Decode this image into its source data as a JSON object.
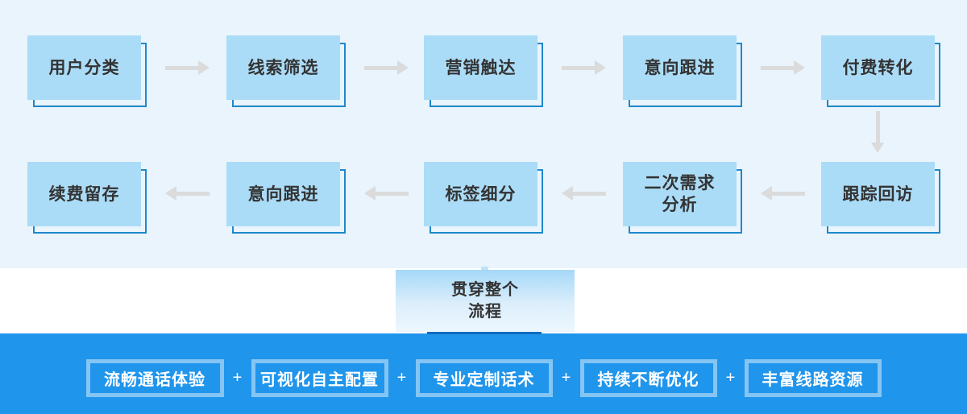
{
  "flow": {
    "row1": [
      {
        "label": "用户分类"
      },
      {
        "label": "线索筛选"
      },
      {
        "label": "营销触达"
      },
      {
        "label": "意向跟进"
      },
      {
        "label": "付费转化"
      }
    ],
    "row2": [
      {
        "label": "续费留存"
      },
      {
        "label": "意向跟进"
      },
      {
        "label": "标签细分"
      },
      {
        "label": "二次需求\n分析"
      },
      {
        "label": "跟踪回访"
      }
    ],
    "badge": {
      "label": "贯穿整个\n流程"
    }
  },
  "bottom_bar": {
    "separator": "+",
    "items": [
      {
        "label": "流畅通话体验"
      },
      {
        "label": "可视化自主配置"
      },
      {
        "label": "专业定制话术"
      },
      {
        "label": "持续不断优化"
      },
      {
        "label": "丰富线路资源"
      }
    ]
  },
  "colors": {
    "top_background": "#E9F4FC",
    "box_fill": "#ABDCF7",
    "box_outline": "#1E88CC",
    "box_text": "#333333",
    "arrow_gray": "#DBDBDB",
    "badge_gradient_top": "#A5D8F8",
    "badge_gradient_bottom": "#EDF7FE",
    "badge_shadow": "#0D6CBE",
    "bar_background": "#2095EC",
    "bar_item_border": "#7FC2F1",
    "bar_text": "#FFFFFF"
  }
}
